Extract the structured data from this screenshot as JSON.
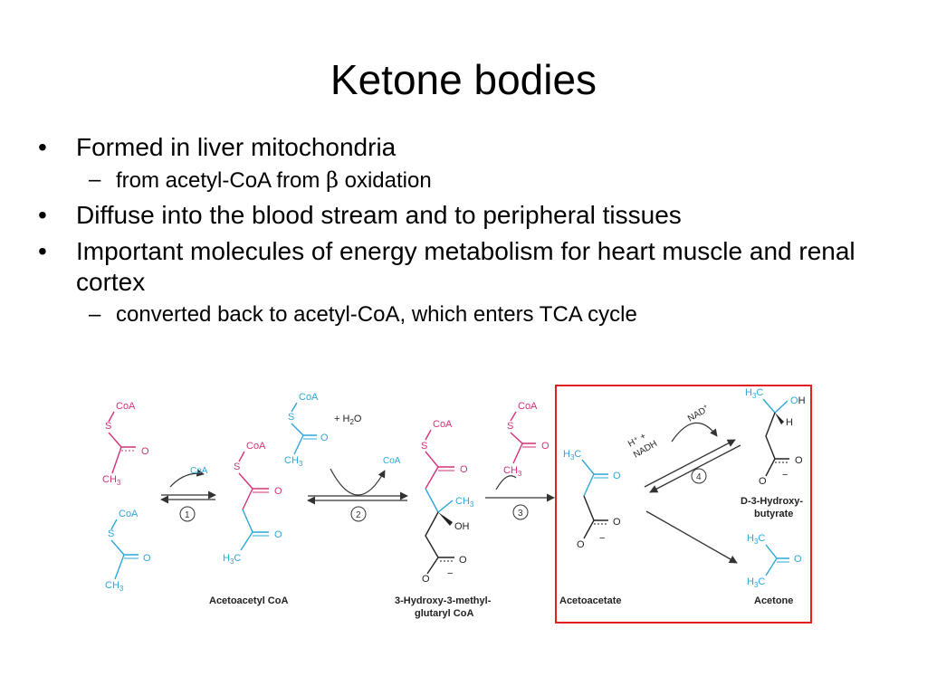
{
  "title": "Ketone bodies",
  "bullets": {
    "b1": "Formed in liver mitochondria",
    "b1_sub_pre": "from acetyl-CoA from ",
    "b1_sub_beta": "β",
    "b1_sub_post": " oxidation",
    "b2": "Diffuse into the blood stream and to peripheral tissues",
    "b3": "Important molecules of energy metabolism for heart muscle and renal cortex",
    "b3_sub": "converted back to acetyl-CoA, which enters TCA cycle",
    "dot": "•",
    "dash": "–"
  },
  "diagram": {
    "coa": "CoA",
    "s": "S",
    "o": "O",
    "ch3": "CH",
    "h3c": "H",
    "c": "C",
    "three": "3",
    "two": "2",
    "oh": "OH",
    "h": "H",
    "minus": "−",
    "plus_h2o_pre": "+  H",
    "plus_h2o_post": "O",
    "step1": "1",
    "step2": "2",
    "step3": "3",
    "step4": "4",
    "nad": "NAD",
    "sup_plus": "+",
    "h_plus_plus": "H⁺ +",
    "nadh": "NADH",
    "label_acetoacetyl": "Acetoacetyl CoA",
    "label_hmg_1": "3-Hydroxy-3-methyl-",
    "label_hmg_2": "glutaryl CoA",
    "label_acetoacetate": "Acetoacetate",
    "label_acetone": "Acetone",
    "label_hb_1": "D-3-Hydroxy-",
    "label_hb_2": "butyrate",
    "colors": {
      "magenta": "#d2327a",
      "cyan": "#2ea7d8",
      "box": "#e02020",
      "arrow": "#333333"
    }
  }
}
